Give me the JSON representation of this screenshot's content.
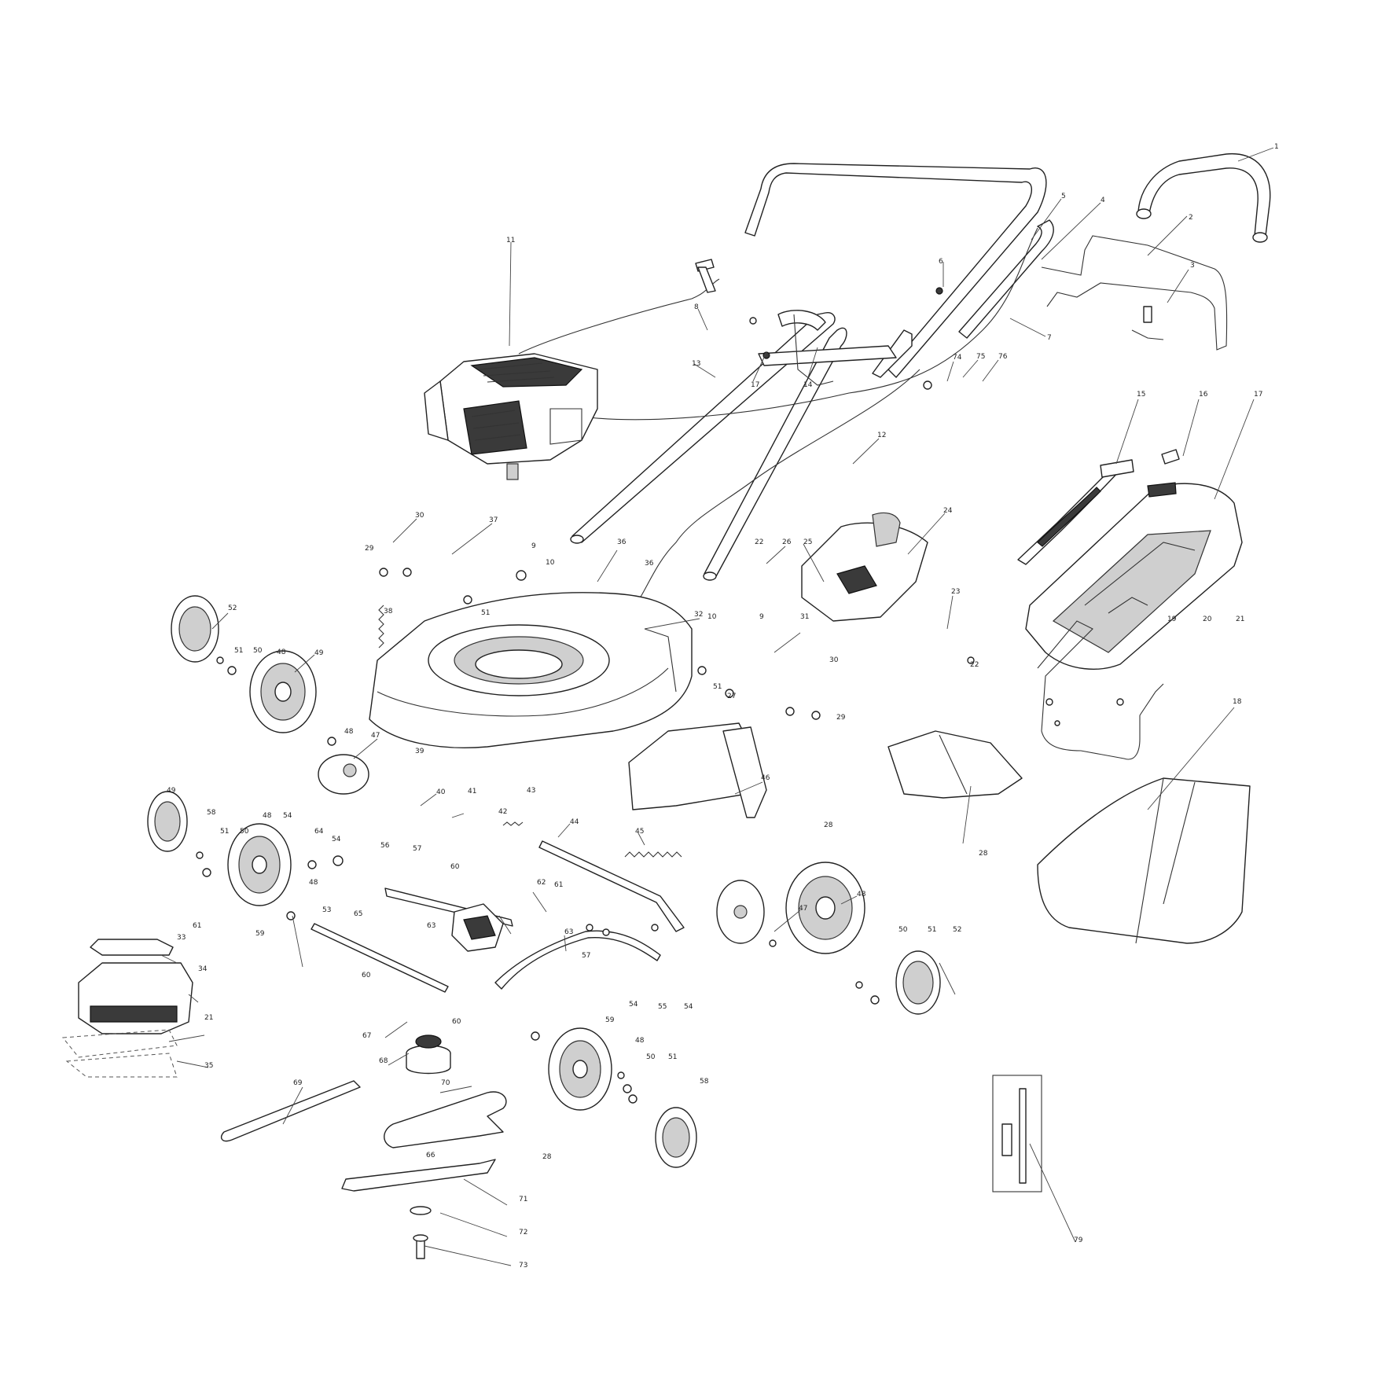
{
  "callouts": [
    "1",
    "2",
    "3",
    "4",
    "5",
    "6",
    "7",
    "8",
    "11",
    "13",
    "17",
    "14",
    "74",
    "75",
    "76",
    "12",
    "15",
    "16",
    "17",
    "24",
    "22",
    "26",
    "25",
    "23",
    "22",
    "30",
    "37",
    "29",
    "9",
    "10",
    "36",
    "36",
    "51",
    "38",
    "32",
    "10",
    "9",
    "31",
    "30",
    "51",
    "29",
    "27",
    "28",
    "28",
    "52",
    "51",
    "50",
    "48",
    "49",
    "48",
    "47",
    "39",
    "40",
    "41",
    "42",
    "43",
    "44",
    "45",
    "46",
    "47",
    "48",
    "49",
    "58",
    "51",
    "50",
    "48",
    "54",
    "64",
    "54",
    "56",
    "57",
    "61",
    "59",
    "48",
    "60",
    "62",
    "61",
    "53",
    "65",
    "63",
    "63",
    "57",
    "60",
    "60",
    "54",
    "55",
    "54",
    "50",
    "51",
    "52",
    "33",
    "34",
    "21",
    "35",
    "67",
    "68",
    "69",
    "70",
    "59",
    "48",
    "50",
    "51",
    "58",
    "66",
    "28",
    "71",
    "72",
    "73",
    "79",
    "19",
    "20",
    "21",
    "18"
  ],
  "colors": {
    "line": "#222222",
    "fill": "#ffffff",
    "shade": "#3a3a3a",
    "background": "#ffffff"
  }
}
